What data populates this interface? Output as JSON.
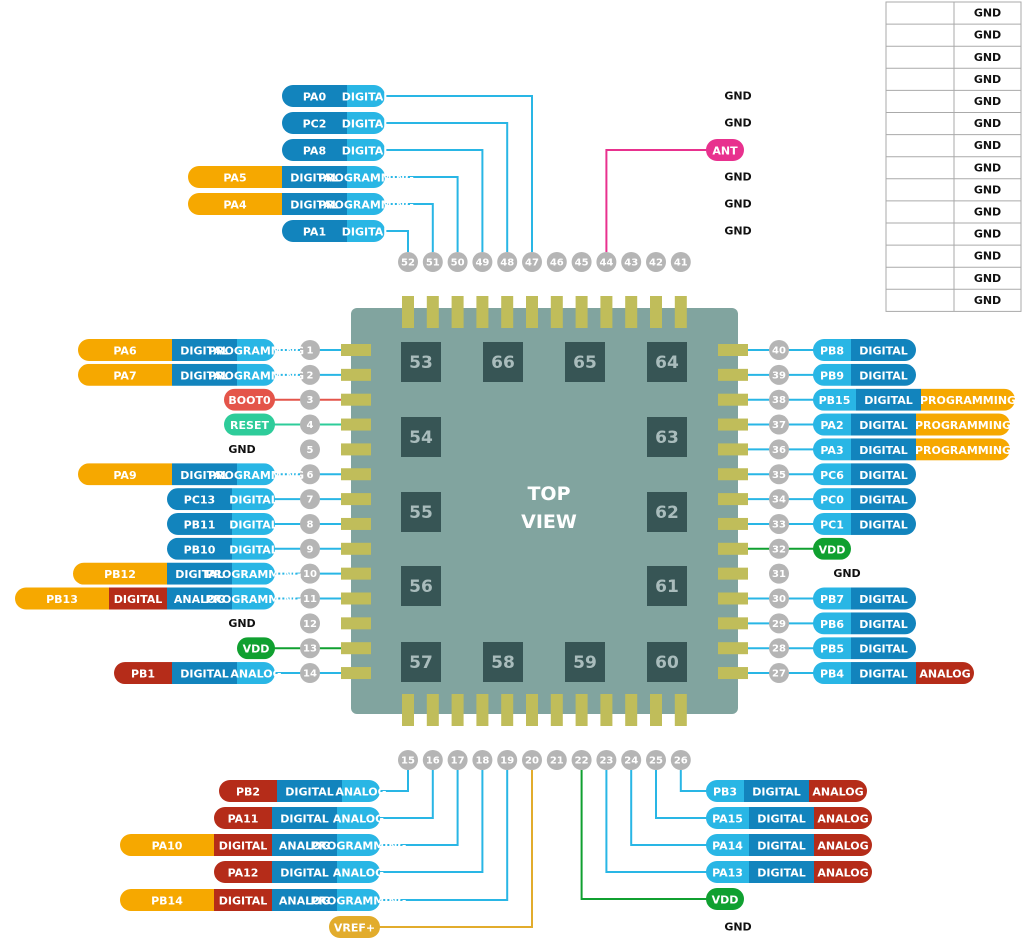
{
  "legend_rows": [
    {
      "key": "",
      "value": "GND"
    },
    {
      "key": "",
      "value": "GND"
    },
    {
      "key": "",
      "value": "GND"
    },
    {
      "key": "",
      "value": "GND"
    },
    {
      "key": "",
      "value": "GND"
    },
    {
      "key": "",
      "value": "GND"
    },
    {
      "key": "",
      "value": "GND"
    },
    {
      "key": "",
      "value": "GND"
    },
    {
      "key": "",
      "value": "GND"
    },
    {
      "key": "",
      "value": "GND"
    },
    {
      "key": "",
      "value": "GND"
    },
    {
      "key": "",
      "value": "GND"
    },
    {
      "key": "",
      "value": "GND"
    },
    {
      "key": "",
      "value": "GND"
    }
  ],
  "chip": {
    "title_line1": "TOP",
    "title_line2": "VIEW"
  },
  "colors": {
    "chip_body": "#81a49f",
    "pad": "#375555",
    "pin": "#b5b5b5",
    "pin_lead": "#c0bd5a",
    "port": "#29b6e5",
    "digital": "#1284bd",
    "programming": "#f6a800",
    "analog": "#b52c19",
    "vdd": "#10a030",
    "boot": "#e4554a",
    "reset": "#2ecc9a",
    "ant": "#e8318e",
    "vref": "#e2ac2c",
    "wire_blue": "#29b6e5",
    "wire_red": "#e4554a",
    "wire_green": "#10a030",
    "wire_pink": "#e8318e",
    "wire_gold": "#e2ac2c"
  },
  "center_pads": [
    "53",
    "54",
    "55",
    "56",
    "57",
    "58",
    "59",
    "60",
    "61",
    "62",
    "63",
    "64",
    "65",
    "66"
  ],
  "pins_left": [
    {
      "num": "1",
      "labels": [
        "PROGRAMMING",
        "DIGITAL",
        "PA6"
      ]
    },
    {
      "num": "2",
      "labels": [
        "PROGRAMMING",
        "DIGITAL",
        "PA7"
      ]
    },
    {
      "num": "3",
      "labels": [
        "BOOT0"
      ]
    },
    {
      "num": "4",
      "labels": [
        "RESET"
      ]
    },
    {
      "num": "5",
      "labels": [
        "GND"
      ]
    },
    {
      "num": "6",
      "labels": [
        "PROGRAMMING",
        "DIGITAL",
        "PA9"
      ]
    },
    {
      "num": "7",
      "labels": [
        "DIGITAL",
        "PC13"
      ]
    },
    {
      "num": "8",
      "labels": [
        "DIGITAL",
        "PB11"
      ]
    },
    {
      "num": "9",
      "labels": [
        "DIGITAL",
        "PB10"
      ]
    },
    {
      "num": "10",
      "labels": [
        "PROGRAMMING",
        "DIGITAL",
        "PB12"
      ]
    },
    {
      "num": "11",
      "labels": [
        "PROGRAMMING",
        "ANALOG",
        "DIGITAL",
        "PB13"
      ]
    },
    {
      "num": "12",
      "labels": [
        "GND"
      ]
    },
    {
      "num": "13",
      "labels": [
        "VDD"
      ]
    },
    {
      "num": "14",
      "labels": [
        "ANALOG",
        "DIGITAL",
        "PB1"
      ]
    }
  ],
  "pins_right": [
    {
      "num": "40",
      "labels": [
        "PB8",
        "DIGITAL"
      ]
    },
    {
      "num": "39",
      "labels": [
        "PB9",
        "DIGITAL"
      ]
    },
    {
      "num": "38",
      "labels": [
        "PB15",
        "DIGITAL",
        "PROGRAMMING"
      ]
    },
    {
      "num": "37",
      "labels": [
        "PA2",
        "DIGITAL",
        "PROGRAMMING"
      ]
    },
    {
      "num": "36",
      "labels": [
        "PA3",
        "DIGITAL",
        "PROGRAMMING"
      ]
    },
    {
      "num": "35",
      "labels": [
        "PC6",
        "DIGITAL"
      ]
    },
    {
      "num": "34",
      "labels": [
        "PC0",
        "DIGITAL"
      ]
    },
    {
      "num": "33",
      "labels": [
        "PC1",
        "DIGITAL"
      ]
    },
    {
      "num": "32",
      "labels": [
        "VDD"
      ]
    },
    {
      "num": "31",
      "labels": [
        "GND"
      ]
    },
    {
      "num": "30",
      "labels": [
        "PB7",
        "DIGITAL"
      ]
    },
    {
      "num": "29",
      "labels": [
        "PB6",
        "DIGITAL"
      ]
    },
    {
      "num": "28",
      "labels": [
        "PB5",
        "DIGITAL"
      ]
    },
    {
      "num": "27",
      "labels": [
        "PB4",
        "DIGITAL",
        "ANALOG"
      ]
    }
  ],
  "pins_top": [
    {
      "num": "52",
      "labels": [
        "DIGITAL",
        "PA1"
      ]
    },
    {
      "num": "51",
      "labels": [
        "PROGRAMMING",
        "DIGITAL",
        "PA4"
      ]
    },
    {
      "num": "50",
      "labels": [
        "PROGRAMMING",
        "DIGITAL",
        "PA5"
      ]
    },
    {
      "num": "49",
      "labels": [
        "DIGITAL",
        "PA8"
      ]
    },
    {
      "num": "48",
      "labels": [
        "DIGITAL",
        "PC2"
      ]
    },
    {
      "num": "47",
      "labels": [
        "DIGITAL",
        "PA0"
      ]
    },
    {
      "num": "46",
      "labels": [
        "GND"
      ]
    },
    {
      "num": "45",
      "labels": [
        "GND"
      ]
    },
    {
      "num": "44",
      "labels": [
        "ANT"
      ]
    },
    {
      "num": "43",
      "labels": [
        "GND"
      ]
    },
    {
      "num": "42",
      "labels": [
        "GND"
      ]
    },
    {
      "num": "41",
      "labels": [
        "GND"
      ]
    }
  ],
  "pins_bottom": [
    {
      "num": "15",
      "labels": [
        "ANALOG",
        "DIGITAL",
        "PB2"
      ]
    },
    {
      "num": "16",
      "labels": [
        "ANALOG",
        "DIGITAL",
        "PA11"
      ]
    },
    {
      "num": "17",
      "labels": [
        "PROGRAMMING",
        "ANALOG",
        "DIGITAL",
        "PA10"
      ]
    },
    {
      "num": "18",
      "labels": [
        "ANALOG",
        "DIGITAL",
        "PA12"
      ]
    },
    {
      "num": "19",
      "labels": [
        "PROGRAMMING",
        "ANALOG",
        "DIGITAL",
        "PB14"
      ]
    },
    {
      "num": "20",
      "labels": [
        "VREF+"
      ]
    },
    {
      "num": "21",
      "labels": []
    },
    {
      "num": "22",
      "labels": [
        "VDD"
      ]
    },
    {
      "num": "23",
      "labels": [
        "PA13",
        "DIGITAL",
        "ANALOG"
      ]
    },
    {
      "num": "24",
      "labels": [
        "PA14",
        "DIGITAL",
        "ANALOG"
      ]
    },
    {
      "num": "25",
      "labels": [
        "PA15",
        "DIGITAL",
        "ANALOG"
      ]
    },
    {
      "num": "26",
      "labels": [
        "PB3",
        "DIGITAL",
        "ANALOG"
      ]
    }
  ]
}
